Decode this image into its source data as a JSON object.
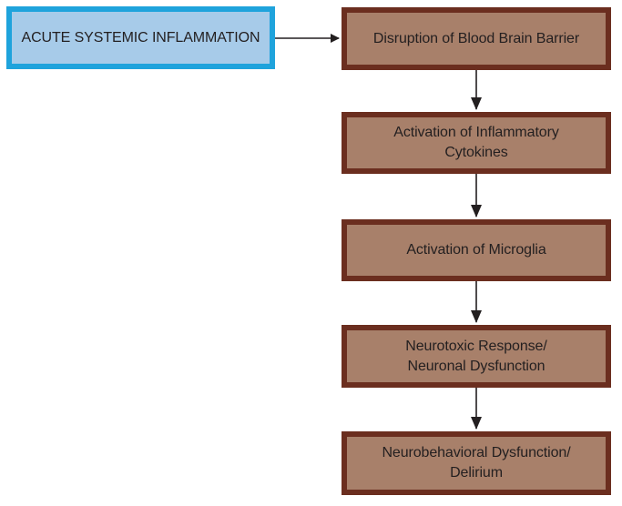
{
  "diagram": {
    "source": {
      "label": "ACUTE SYSTEMIC INFLAMMATION"
    },
    "steps": [
      {
        "label_line1": "Disruption of Blood Brain Barrier",
        "label_line2": ""
      },
      {
        "label_line1": "Activation of Inflammatory",
        "label_line2": "Cytokines"
      },
      {
        "label_line1": "Activation of Microglia",
        "label_line2": ""
      },
      {
        "label_line1": "Neurotoxic Response/",
        "label_line2": "Neuronal Dysfunction"
      },
      {
        "label_line1": "Neurobehavioral Dysfunction/",
        "label_line2": "Delirium"
      }
    ],
    "colors": {
      "source_fill": "#a7cbe9",
      "source_border": "#1fa3dc",
      "step_fill": "#a8806a",
      "step_border": "#6b2e1f",
      "arrow": "#231f20"
    }
  }
}
